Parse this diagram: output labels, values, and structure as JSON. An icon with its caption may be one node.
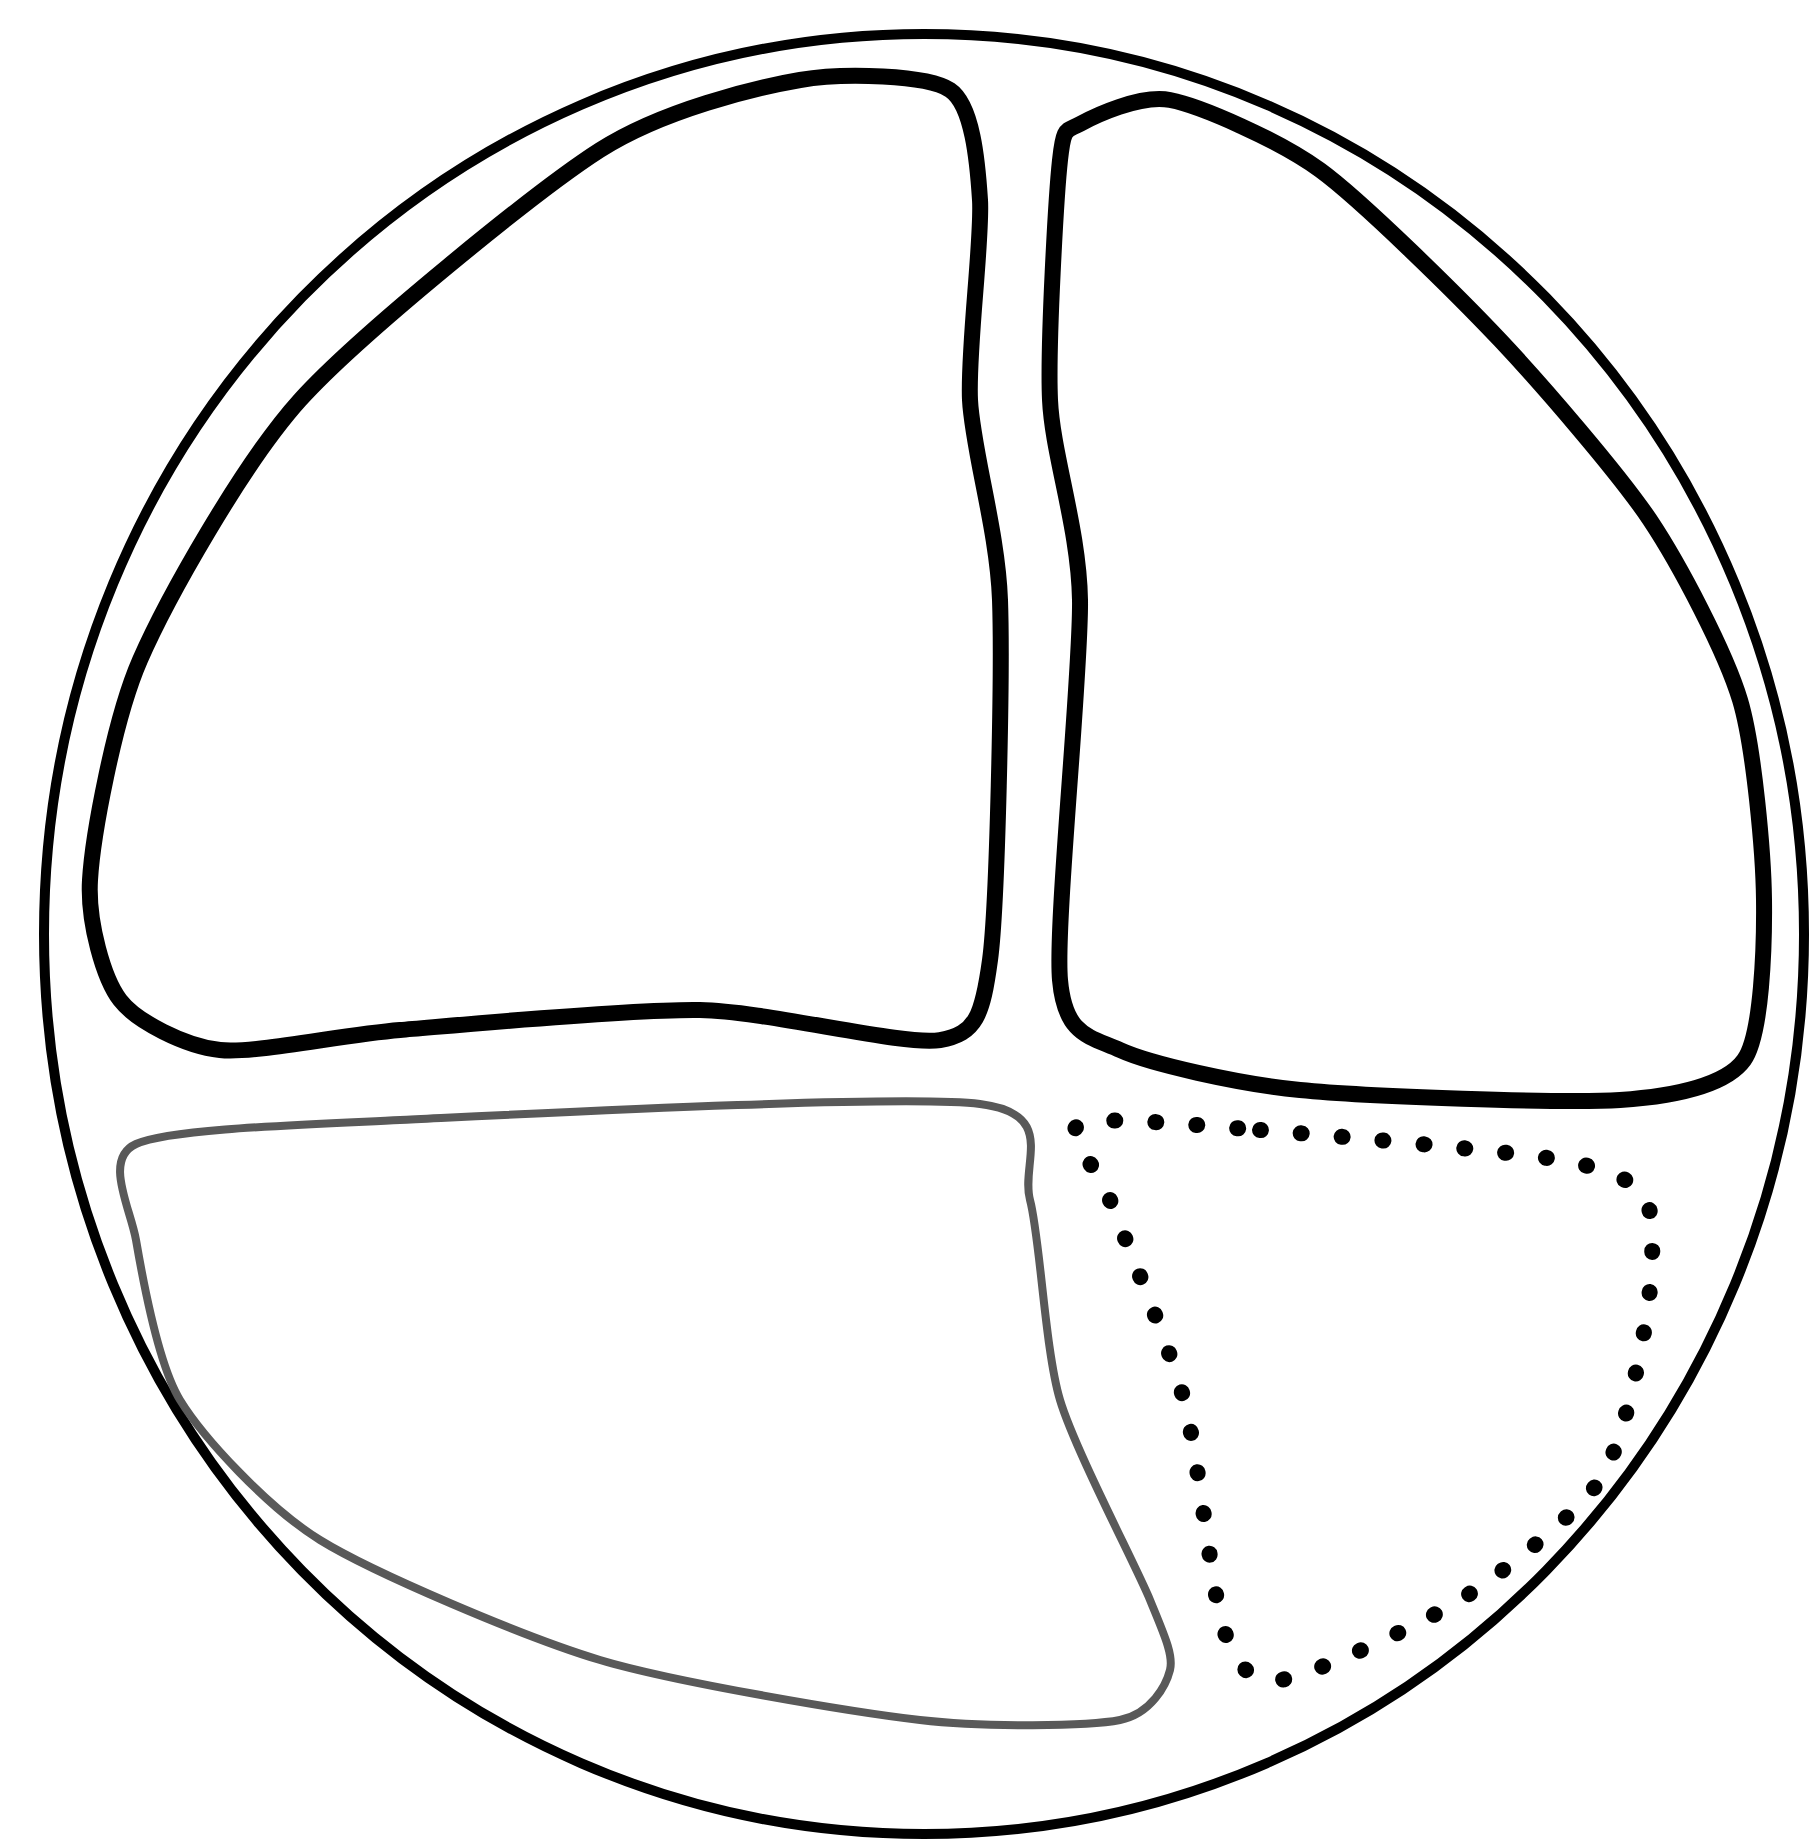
{
  "diagram": {
    "nodes": [
      {
        "text": [],
        "shape": "circle"
      },
      {
        "text": [],
        "shape": "blob",
        "in": 0
      },
      {
        "text": [],
        "shape": "blob",
        "in": 0
      },
      {
        "text": [],
        "shape": "blob",
        "in": 0
      },
      {
        "text": [],
        "shape": "blob",
        "in": 0
      }
    ]
  }
}
